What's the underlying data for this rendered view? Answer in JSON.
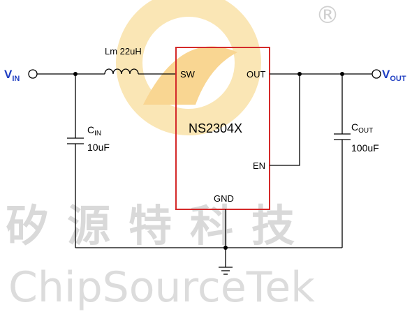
{
  "watermark": {
    "cjk": "矽源特科技",
    "latin": "ChipSourceTek",
    "registered": "®",
    "logo_colors": [
      "#f5b53a",
      "#f7d27a"
    ]
  },
  "terminals": {
    "vin": {
      "main": "V",
      "sub": "IN"
    },
    "vout": {
      "main": "V",
      "sub": "OUT"
    }
  },
  "inductor": {
    "label": "Lm 22uH"
  },
  "cin": {
    "main": "C",
    "sub": "IN",
    "value": "10uF"
  },
  "cout": {
    "main": "C",
    "sub": "OUT",
    "value": "100uF"
  },
  "ic": {
    "name": "NS2304X",
    "pins": {
      "sw": "SW",
      "out": "OUT",
      "en": "EN",
      "gnd": "GND"
    },
    "border_color": "#d42a2a"
  },
  "terminal_color": "#1f3ec2"
}
